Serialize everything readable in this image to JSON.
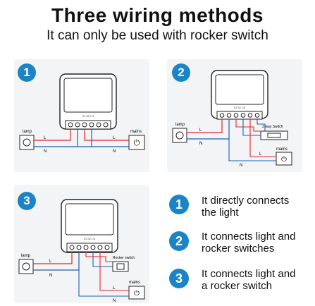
{
  "title": "Three  wiring methods",
  "subtitle": "It can only  be used with rocker switch",
  "steps": [
    "1",
    "2",
    "3"
  ],
  "diagram": {
    "lamp_label": "lamp",
    "mains_label": "mains",
    "line_label": "L",
    "neutral_label": "N",
    "two_way_switch_label": "2-way Switch",
    "rocker_switch_label": "Rocker switch",
    "terminal_labels": "S1 S2 L N"
  },
  "legend": [
    {
      "number": "1",
      "line1": "It directly connects",
      "line2": "the light"
    },
    {
      "number": "2",
      "line1": "It connects light and",
      "line2": "rocker switches"
    },
    {
      "number": "3",
      "line1": "It connects light and",
      "line2": "a rocker switch"
    }
  ],
  "colors": {
    "accent": "#1a84c7",
    "live": "#e2262a",
    "neutral": "#1f5fb4",
    "panel": "#f3f4f5"
  }
}
